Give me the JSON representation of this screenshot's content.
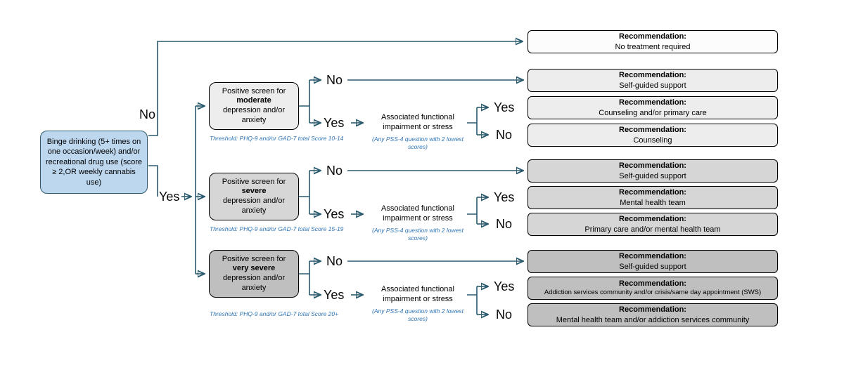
{
  "colors": {
    "arrow": "#2A5A6E",
    "start_fill": "#BDD7EE",
    "start_border": "#2E5B6E",
    "threshold_blue": "#2E74B5",
    "tier0_fill": "#FCFCFC",
    "tier1_fill": "#EDEDED",
    "tier2_fill": "#D6D6D6",
    "tier3_fill": "#BFBFBF"
  },
  "start_node": {
    "text": "Binge drinking (5+ times on one occasion/week) and/or recreational drug use (score ≥ 2,OR weekly cannabis use)"
  },
  "root_branch": {
    "no": "No",
    "yes": "Yes"
  },
  "screens": [
    {
      "pre": "Positive screen for",
      "severity": "moderate",
      "post": "depression and/or anxiety",
      "threshold": "Threshold:  PHQ-9 and/or GAD-7 total Score 10-14",
      "no": "No",
      "yes": "Yes"
    },
    {
      "pre": "Positive screen for",
      "severity": "severe",
      "post": "depression and/or anxiety",
      "threshold": "Threshold:  PHQ-9 and/or GAD-7 total Score 15-19",
      "no": "No",
      "yes": "Yes"
    },
    {
      "pre": "Positive screen for",
      "severity": "very severe",
      "post": "depression and/or anxiety",
      "threshold": "Threshold:  PHQ-9 and/or GAD-7 total Score 20+",
      "no": "No",
      "yes": "Yes"
    }
  ],
  "impairment": [
    {
      "text": "Associated functional impairment or stress",
      "note": "(Any PSS-4 question with 2 lowest scores)",
      "yes": "Yes",
      "no": "No"
    },
    {
      "text": "Associated functional impairment or stress",
      "note": "(Any PSS-4 question with 2 lowest scores)",
      "yes": "Yes",
      "no": "No"
    },
    {
      "text": "Associated functional impairment or stress",
      "note": "(Any PSS-4 question with 2 lowest scores)",
      "yes": "Yes",
      "no": "No"
    }
  ],
  "recommendations": [
    {
      "title": "Recommendation:",
      "text": "No treatment required"
    },
    {
      "title": "Recommendation:",
      "text": "Self-guided support"
    },
    {
      "title": "Recommendation:",
      "text": "Counseling and/or primary care"
    },
    {
      "title": "Recommendation:",
      "text": "Counseling"
    },
    {
      "title": "Recommendation:",
      "text": "Self-guided support"
    },
    {
      "title": "Recommendation:",
      "text": "Mental health team"
    },
    {
      "title": "Recommendation:",
      "text": "Primary care and/or mental health team"
    },
    {
      "title": "Recommendation:",
      "text": "Self-guided support"
    },
    {
      "title": "Recommendation:",
      "text": "Addiction services community and/or crisis/same day appointment (SWS)"
    },
    {
      "title": "Recommendation:",
      "text": "Mental health team and/or addiction services community"
    }
  ]
}
